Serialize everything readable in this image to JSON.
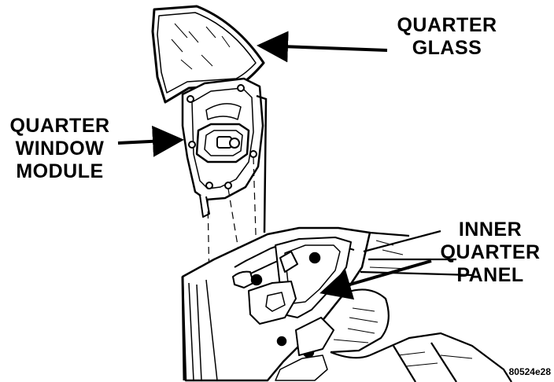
{
  "callouts": {
    "quarter_glass": [
      "QUARTER",
      "GLASS"
    ],
    "quarter_window_module": [
      "QUARTER",
      "WINDOW",
      "MODULE"
    ],
    "inner_quarter_panel": [
      "INNER",
      "QUARTER",
      "PANEL"
    ]
  },
  "figure_code": "80524e28",
  "colors": {
    "ink": "#000000",
    "paper": "#ffffff"
  }
}
